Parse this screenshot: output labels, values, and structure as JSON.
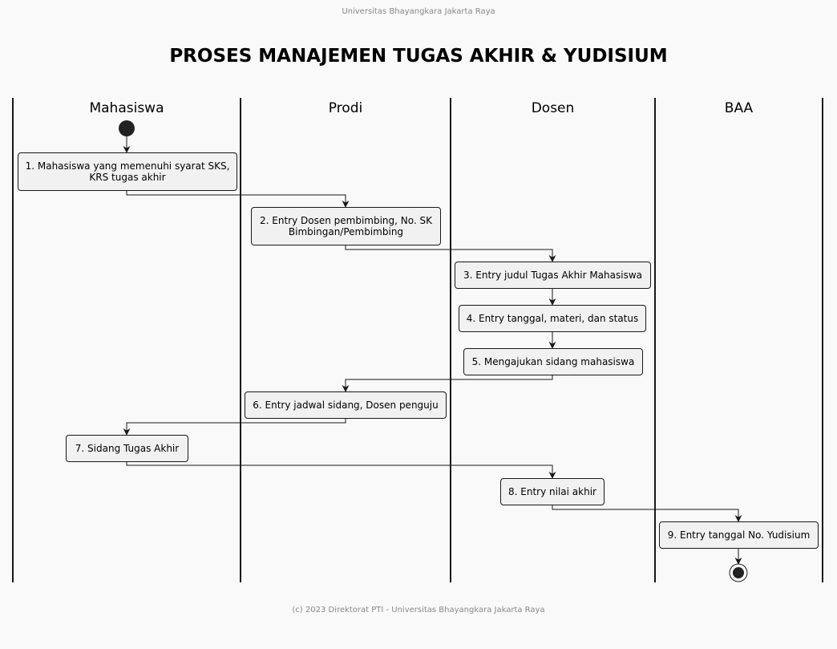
{
  "header": "Universitas Bhayangkara Jakarta Raya",
  "title": "PROSES MANAJEMEN TUGAS AKHIR & YUDISIUM",
  "footer": "(c) 2023 Direktorat PTI - Universitas Bhayangkara Jakarta Raya",
  "lanes": [
    "Mahasiswa",
    "Prodi",
    "Dosen",
    "BAA"
  ],
  "steps": [
    "1. Mahasiswa yang memenuhi syarat SKS, KRS tugas akhir",
    "2. Entry Dosen pembimbing, No. SK Bimbingan/Pembimbing",
    "3. Entry judul Tugas Akhir Mahasiswa",
    "4. Entry tanggal, materi, dan status",
    "5. Mengajukan sidang mahasiswa",
    "6. Entry jadwal sidang, Dosen penguju",
    "7. Sidang Tugas Akhir",
    "8. Entry nilai akhir",
    "9. Entry tanggal No. Yudisium"
  ],
  "colors": {
    "line": "#181818",
    "node_fill": "#f1f1f1",
    "background": "#f9f9f9",
    "muted_text": "#888888"
  }
}
